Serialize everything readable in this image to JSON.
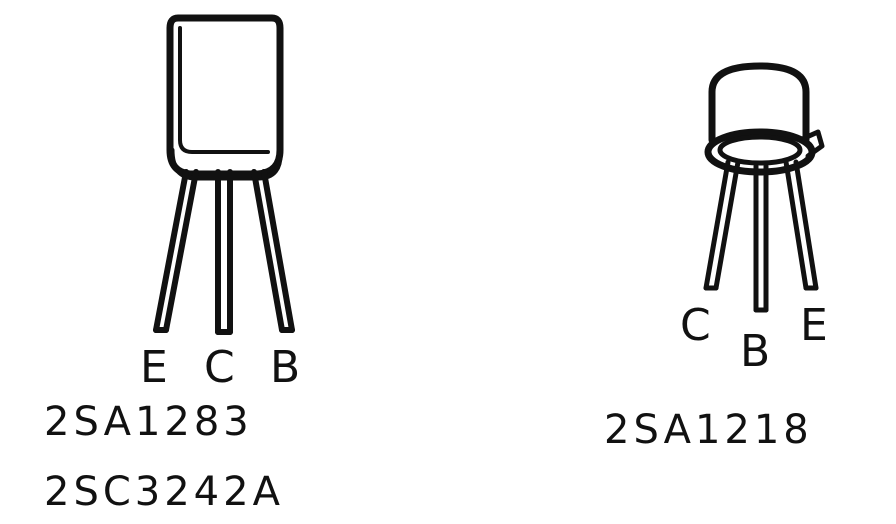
{
  "left_package": {
    "pins": [
      "E",
      "C",
      "B"
    ],
    "part_numbers": [
      "2SA1283",
      "2SC3242A"
    ]
  },
  "right_package": {
    "pins": [
      "C",
      "B",
      "E"
    ],
    "part_numbers": [
      "2SA1218"
    ]
  }
}
